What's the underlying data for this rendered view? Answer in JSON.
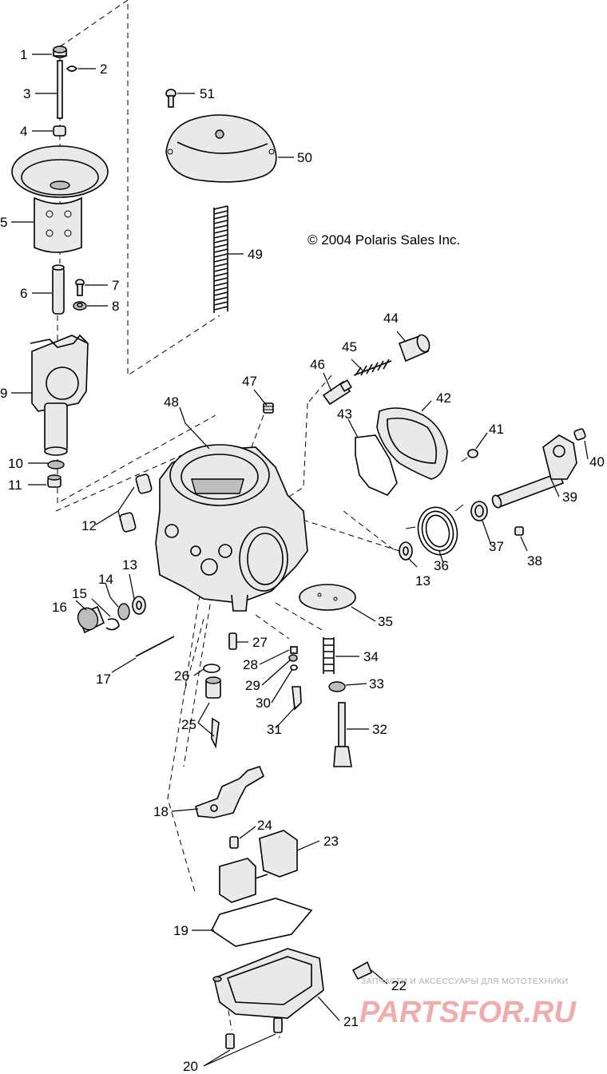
{
  "copyright": "© 2004 Polaris Sales Inc.",
  "watermark": {
    "line1": "ЗАПЧАСТИ И АКСЕССУАРЫ ДЛЯ МОТОТЕХНИКИ",
    "line2": "PARTSFOR.RU"
  },
  "labels": {
    "n1": "1",
    "n2": "2",
    "n3": "3",
    "n4": "4",
    "n5": "5",
    "n6": "6",
    "n7": "7",
    "n8": "8",
    "n9": "9",
    "n10": "10",
    "n11": "11",
    "n12": "12",
    "n13a": "13",
    "n13b": "13",
    "n14": "14",
    "n15": "15",
    "n16": "16",
    "n17": "17",
    "n18": "18",
    "n19": "19",
    "n20": "20",
    "n21": "21",
    "n22": "22",
    "n23": "23",
    "n24": "24",
    "n25": "25",
    "n26": "26",
    "n27": "27",
    "n28": "28",
    "n29": "29",
    "n30": "30",
    "n31": "31",
    "n32": "32",
    "n33": "33",
    "n34": "34",
    "n35": "35",
    "n36": "36",
    "n37": "37",
    "n38": "38",
    "n39": "39",
    "n40": "40",
    "n41": "41",
    "n42": "42",
    "n43": "43",
    "n44": "44",
    "n45": "45",
    "n46": "46",
    "n47": "47",
    "n48": "48",
    "n49": "49",
    "n50": "50",
    "n51": "51"
  }
}
